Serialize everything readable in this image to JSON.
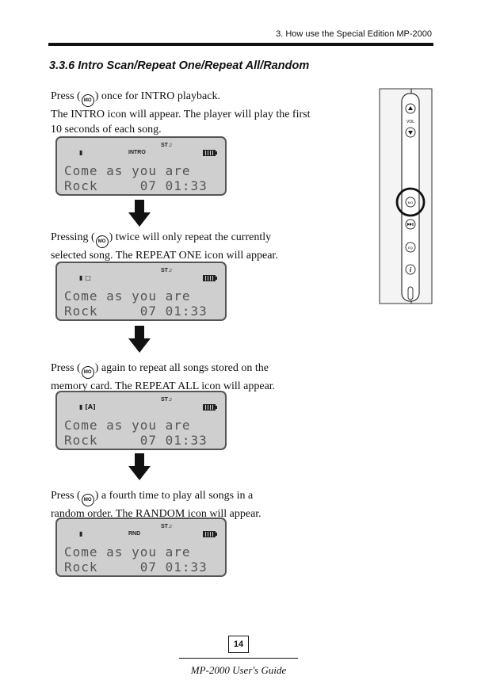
{
  "header": {
    "chapter": "3. How use the Special Edition MP-2000"
  },
  "section": {
    "title": "3.3.6 Intro Scan/Repeat One/Repeat All/Random"
  },
  "steps": [
    {
      "text_before": "Press (",
      "button": "MO",
      "text_after": ") once for INTRO playback.",
      "text_line2": "The INTRO icon will appear. The player will play the first",
      "text_line3": "10 seconds of each song.",
      "mode_label": "INTRO",
      "mode_icon": ""
    },
    {
      "text_before": "Pressing (",
      "button": "MO",
      "text_after": ") twice will only repeat the currently",
      "text_line2": "selected song. The REPEAT ONE icon will appear.",
      "text_line3": "",
      "mode_label": "",
      "mode_icon": "□"
    },
    {
      "text_before": "Press (",
      "button": "MO",
      "text_after": ") again to repeat all songs stored on the",
      "text_line2": "memory card. The REPEAT ALL icon will appear.",
      "text_line3": "",
      "mode_label": "",
      "mode_icon": "[A]"
    },
    {
      "text_before": "Press (",
      "button": "MO",
      "text_after": ") a fourth time to play all songs in a",
      "text_line2": "random order. The RANDOM icon will appear.",
      "text_line3": "",
      "mode_label": "RND",
      "mode_icon": ""
    }
  ],
  "lcd": {
    "stereo": "ST♫",
    "line1": "Come as you are",
    "line2": "Rock     07 01:33"
  },
  "device": {
    "vol": "VOL",
    "mode_btn": "MO",
    "next_btn": "⏭",
    "eq_btn": "EQ",
    "info_btn": "i"
  },
  "footer": {
    "page": "14",
    "guide": "MP-2000 User's Guide"
  }
}
